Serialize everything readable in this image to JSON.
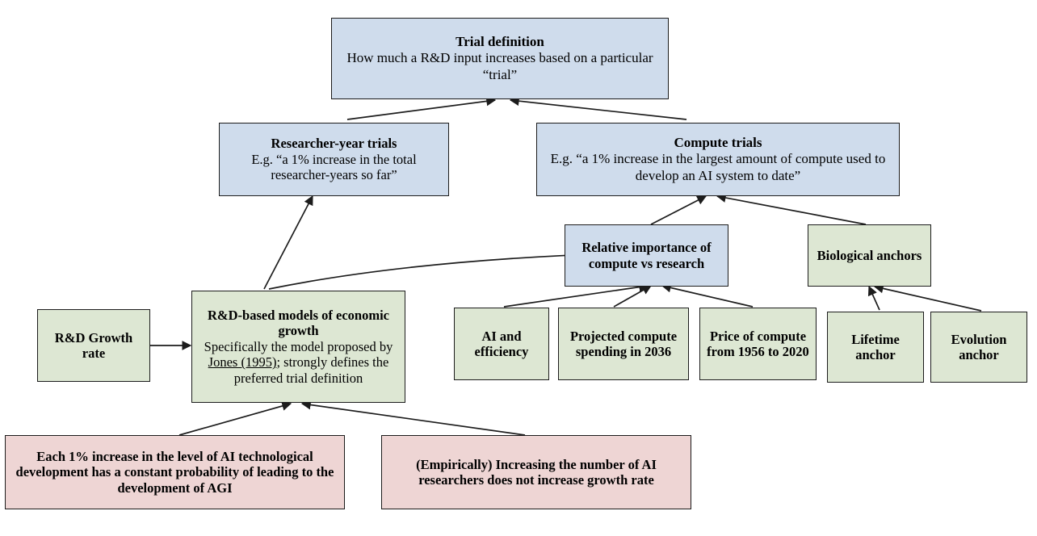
{
  "diagram": {
    "title": "Trial definition decomposition diagram",
    "colors": {
      "blue": "#cfdcec",
      "green": "#dde7d3",
      "pink": "#eed5d4",
      "stroke": "#1c1c1c",
      "background": "#ffffff"
    },
    "nodes": {
      "trial_definition": {
        "title": "Trial definition",
        "body": "How much a R&D input increases based on a particular “trial”",
        "color": "blue"
      },
      "researcher_year_trials": {
        "title": "Researcher-year trials",
        "body": "E.g. “a 1% increase in the total researcher-years so far”",
        "color": "blue"
      },
      "compute_trials": {
        "title": "Compute trials",
        "body": "E.g. “a 1% increase in the largest amount of compute used to develop an AI system to date”",
        "color": "blue"
      },
      "relative_importance": {
        "title": "Relative importance of compute vs research",
        "body": "",
        "color": "blue"
      },
      "biological_anchors": {
        "title": "Biological anchors",
        "body": "",
        "color": "green"
      },
      "rd_growth_rate": {
        "title": "R&D Growth rate",
        "body": "",
        "color": "green"
      },
      "rd_models": {
        "title": "R&D-based models of economic growth",
        "body_pre": "Specifically the model proposed by ",
        "body_link": "Jones (1995)",
        "body_post": "; strongly defines the preferred trial definition",
        "color": "green"
      },
      "ai_and_efficiency": {
        "title": "AI and efficiency",
        "body": "",
        "color": "green"
      },
      "projected_compute_spending": {
        "title": "Projected compute spending in 2036",
        "body": "",
        "color": "green"
      },
      "price_of_compute": {
        "title": "Price of compute from 1956 to 2020",
        "body": "",
        "color": "green"
      },
      "lifetime_anchor": {
        "title": "Lifetime anchor",
        "body": "",
        "color": "green"
      },
      "evolution_anchor": {
        "title": "Evolution anchor",
        "body": "",
        "color": "green"
      },
      "assumption_agi": {
        "title": "Each 1% increase in the level of AI technological development has a constant probability of leading to the development of AGI",
        "body": "",
        "color": "pink"
      },
      "assumption_empirical": {
        "title": "(Empirically) Increasing the number of AI researchers does not increase growth rate",
        "body": "",
        "color": "pink"
      }
    },
    "edges": [
      {
        "from": "researcher_year_trials",
        "to": "trial_definition"
      },
      {
        "from": "compute_trials",
        "to": "trial_definition"
      },
      {
        "from": "rd_models",
        "to": "researcher_year_trials"
      },
      {
        "from": "rd_models",
        "to": "relative_importance"
      },
      {
        "from": "relative_importance",
        "to": "compute_trials"
      },
      {
        "from": "biological_anchors",
        "to": "compute_trials"
      },
      {
        "from": "rd_growth_rate",
        "to": "rd_models"
      },
      {
        "from": "ai_and_efficiency",
        "to": "relative_importance"
      },
      {
        "from": "projected_compute_spending",
        "to": "relative_importance"
      },
      {
        "from": "price_of_compute",
        "to": "relative_importance"
      },
      {
        "from": "lifetime_anchor",
        "to": "biological_anchors"
      },
      {
        "from": "evolution_anchor",
        "to": "biological_anchors"
      },
      {
        "from": "assumption_agi",
        "to": "rd_models"
      },
      {
        "from": "assumption_empirical",
        "to": "rd_models"
      }
    ]
  }
}
